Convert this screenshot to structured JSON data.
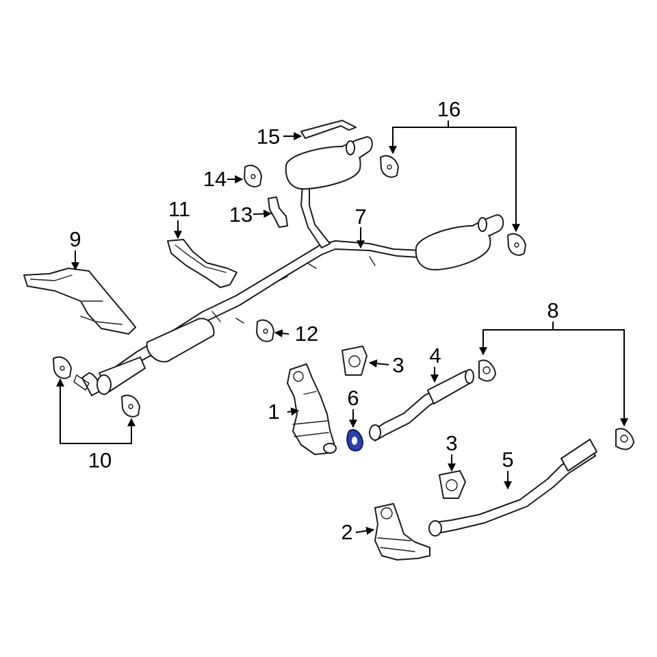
{
  "callouts": {
    "c1": "1",
    "c2": "2",
    "c3a": "3",
    "c3b": "3",
    "c4": "4",
    "c5": "5",
    "c6": "6",
    "c7": "7",
    "c8": "8",
    "c9": "9",
    "c10": "10",
    "c11": "11",
    "c12": "12",
    "c13": "13",
    "c14": "14",
    "c15": "15",
    "c16": "16"
  },
  "colors": {
    "highlight": "#2e3fa8",
    "line": "#1a1a1a"
  },
  "highlighted_part": "6"
}
